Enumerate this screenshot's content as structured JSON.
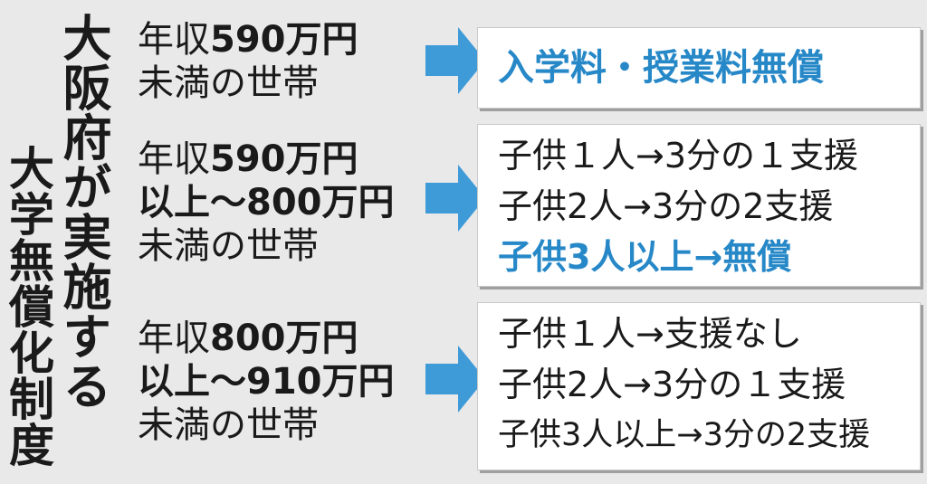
{
  "title": {
    "line1": "大阪府が実施する",
    "line2": "大学無償化制度"
  },
  "colors": {
    "accent": "#2788c8",
    "arrow": "#3f9ad8",
    "background": "#e9e9e9",
    "box": "#ffffff"
  },
  "rows": [
    {
      "income": [
        [
          {
            "t": "年収"
          },
          {
            "t": "590万円",
            "b": true
          }
        ],
        [
          {
            "t": "未満の世帯"
          }
        ]
      ],
      "benefits": [
        {
          "text": "入学料・授業料無償",
          "highlight": true
        }
      ]
    },
    {
      "income": [
        [
          {
            "t": "年収"
          },
          {
            "t": "590万円",
            "b": true
          }
        ],
        [
          {
            "t": "以上～800万円",
            "b": true
          }
        ],
        [
          {
            "t": "未満の世帯"
          }
        ]
      ],
      "benefits": [
        {
          "text": "子供１人→3分の１支援",
          "highlight": false
        },
        {
          "text": "子供2人→3分の2支援",
          "highlight": false
        },
        {
          "text": "子供3人以上→無償",
          "highlight": true
        }
      ]
    },
    {
      "income": [
        [
          {
            "t": "年収"
          },
          {
            "t": "800万円",
            "b": true
          }
        ],
        [
          {
            "t": "以上～910万円",
            "b": true
          }
        ],
        [
          {
            "t": "未満の世帯"
          }
        ]
      ],
      "benefits": [
        {
          "text": "子供１人→支援なし",
          "highlight": false
        },
        {
          "text": "子供2人→3分の１支援",
          "highlight": false
        },
        {
          "text": "子供3人以上→3分の2支援",
          "highlight": false,
          "small": true
        }
      ]
    }
  ]
}
